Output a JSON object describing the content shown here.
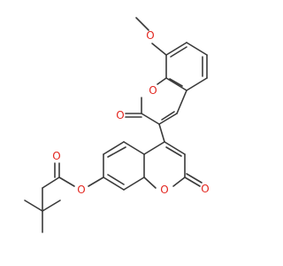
{
  "structure": {
    "element_colors": {
      "O": "#e3261f",
      "C": "#3a3a3a"
    },
    "atom_labels": {
      "methoxy_o": "O",
      "ring1_o": "O",
      "carbonyl1_o": "O",
      "ring2_o": "O",
      "carbonyl2_o": "O",
      "ether_o": "O",
      "ketone_o": "O"
    }
  }
}
